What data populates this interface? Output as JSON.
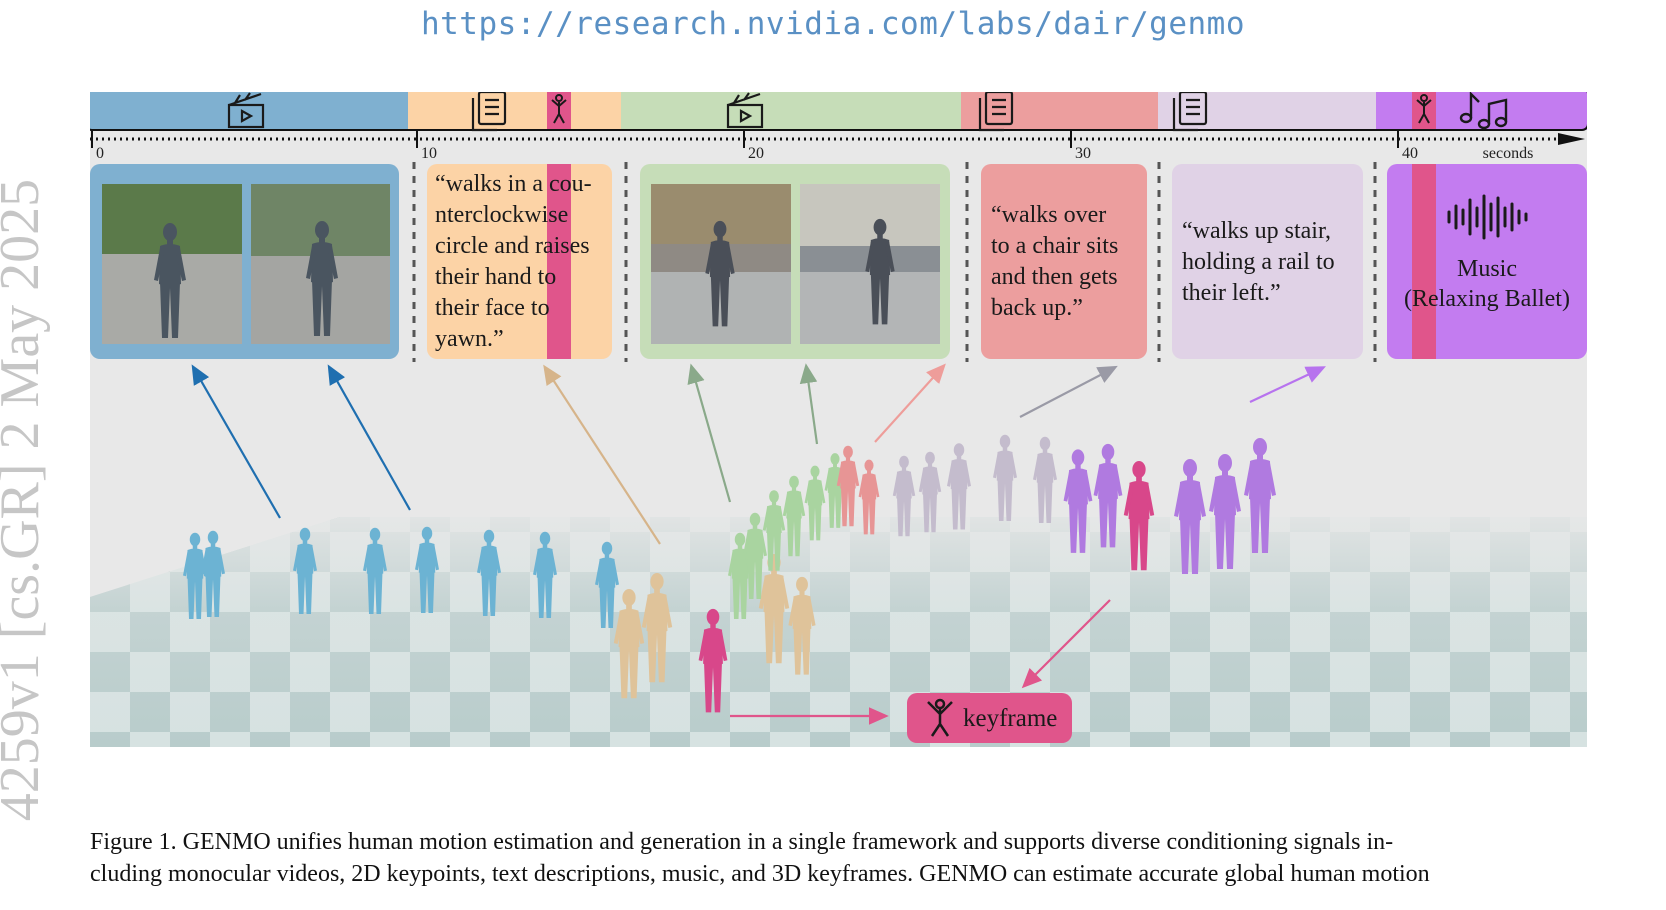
{
  "header": {
    "url": "https://research.nvidia.com/labs/dair/genmo"
  },
  "sidebar": {
    "arxiv_stamp": "4259v1 [cs.GR] 2 May 2025"
  },
  "timeline": {
    "segments": [
      {
        "kind": "video",
        "icon": "clapperboard-icon",
        "color": "#7fb0d0"
      },
      {
        "kind": "text",
        "icon": "document-icon",
        "color": "#fcd3a6"
      },
      {
        "kind": "video",
        "icon": "clapperboard-icon",
        "color": "#c6ddb8"
      },
      {
        "kind": "text",
        "icon": "document-icon",
        "color": "#ec9e9e"
      },
      {
        "kind": "text",
        "icon": "document-icon",
        "color": "#e0d2e6"
      },
      {
        "kind": "music",
        "icon": "music-note-icon",
        "color": "#c37cf0"
      }
    ],
    "ticks": [
      "0",
      "10",
      "20",
      "30",
      "40"
    ],
    "unit_label": "seconds",
    "keyframe_color": "#e0558b"
  },
  "cards": {
    "text1": [
      "“walks in a cou-",
      "nterclockwise",
      "circle and raises",
      "their hand to",
      "their face to",
      "yawn.”"
    ],
    "text2": [
      "“walks over",
      "to a chair sits",
      "and then gets",
      "back up.”"
    ],
    "text3": [
      "“walks up stair,",
      "holding a rail to",
      "their left.”"
    ],
    "music": [
      "Music",
      "(Relaxing Ballet)"
    ]
  },
  "keyframe_label": "keyframe",
  "caption": {
    "line1": "Figure 1.  GENMO unifies human motion estimation and generation in a single framework and supports diverse conditioning signals in-",
    "line2": "cluding monocular videos, 2D keypoints, text descriptions, music, and 3D keyframes.  GENMO can estimate accurate global human motion"
  }
}
